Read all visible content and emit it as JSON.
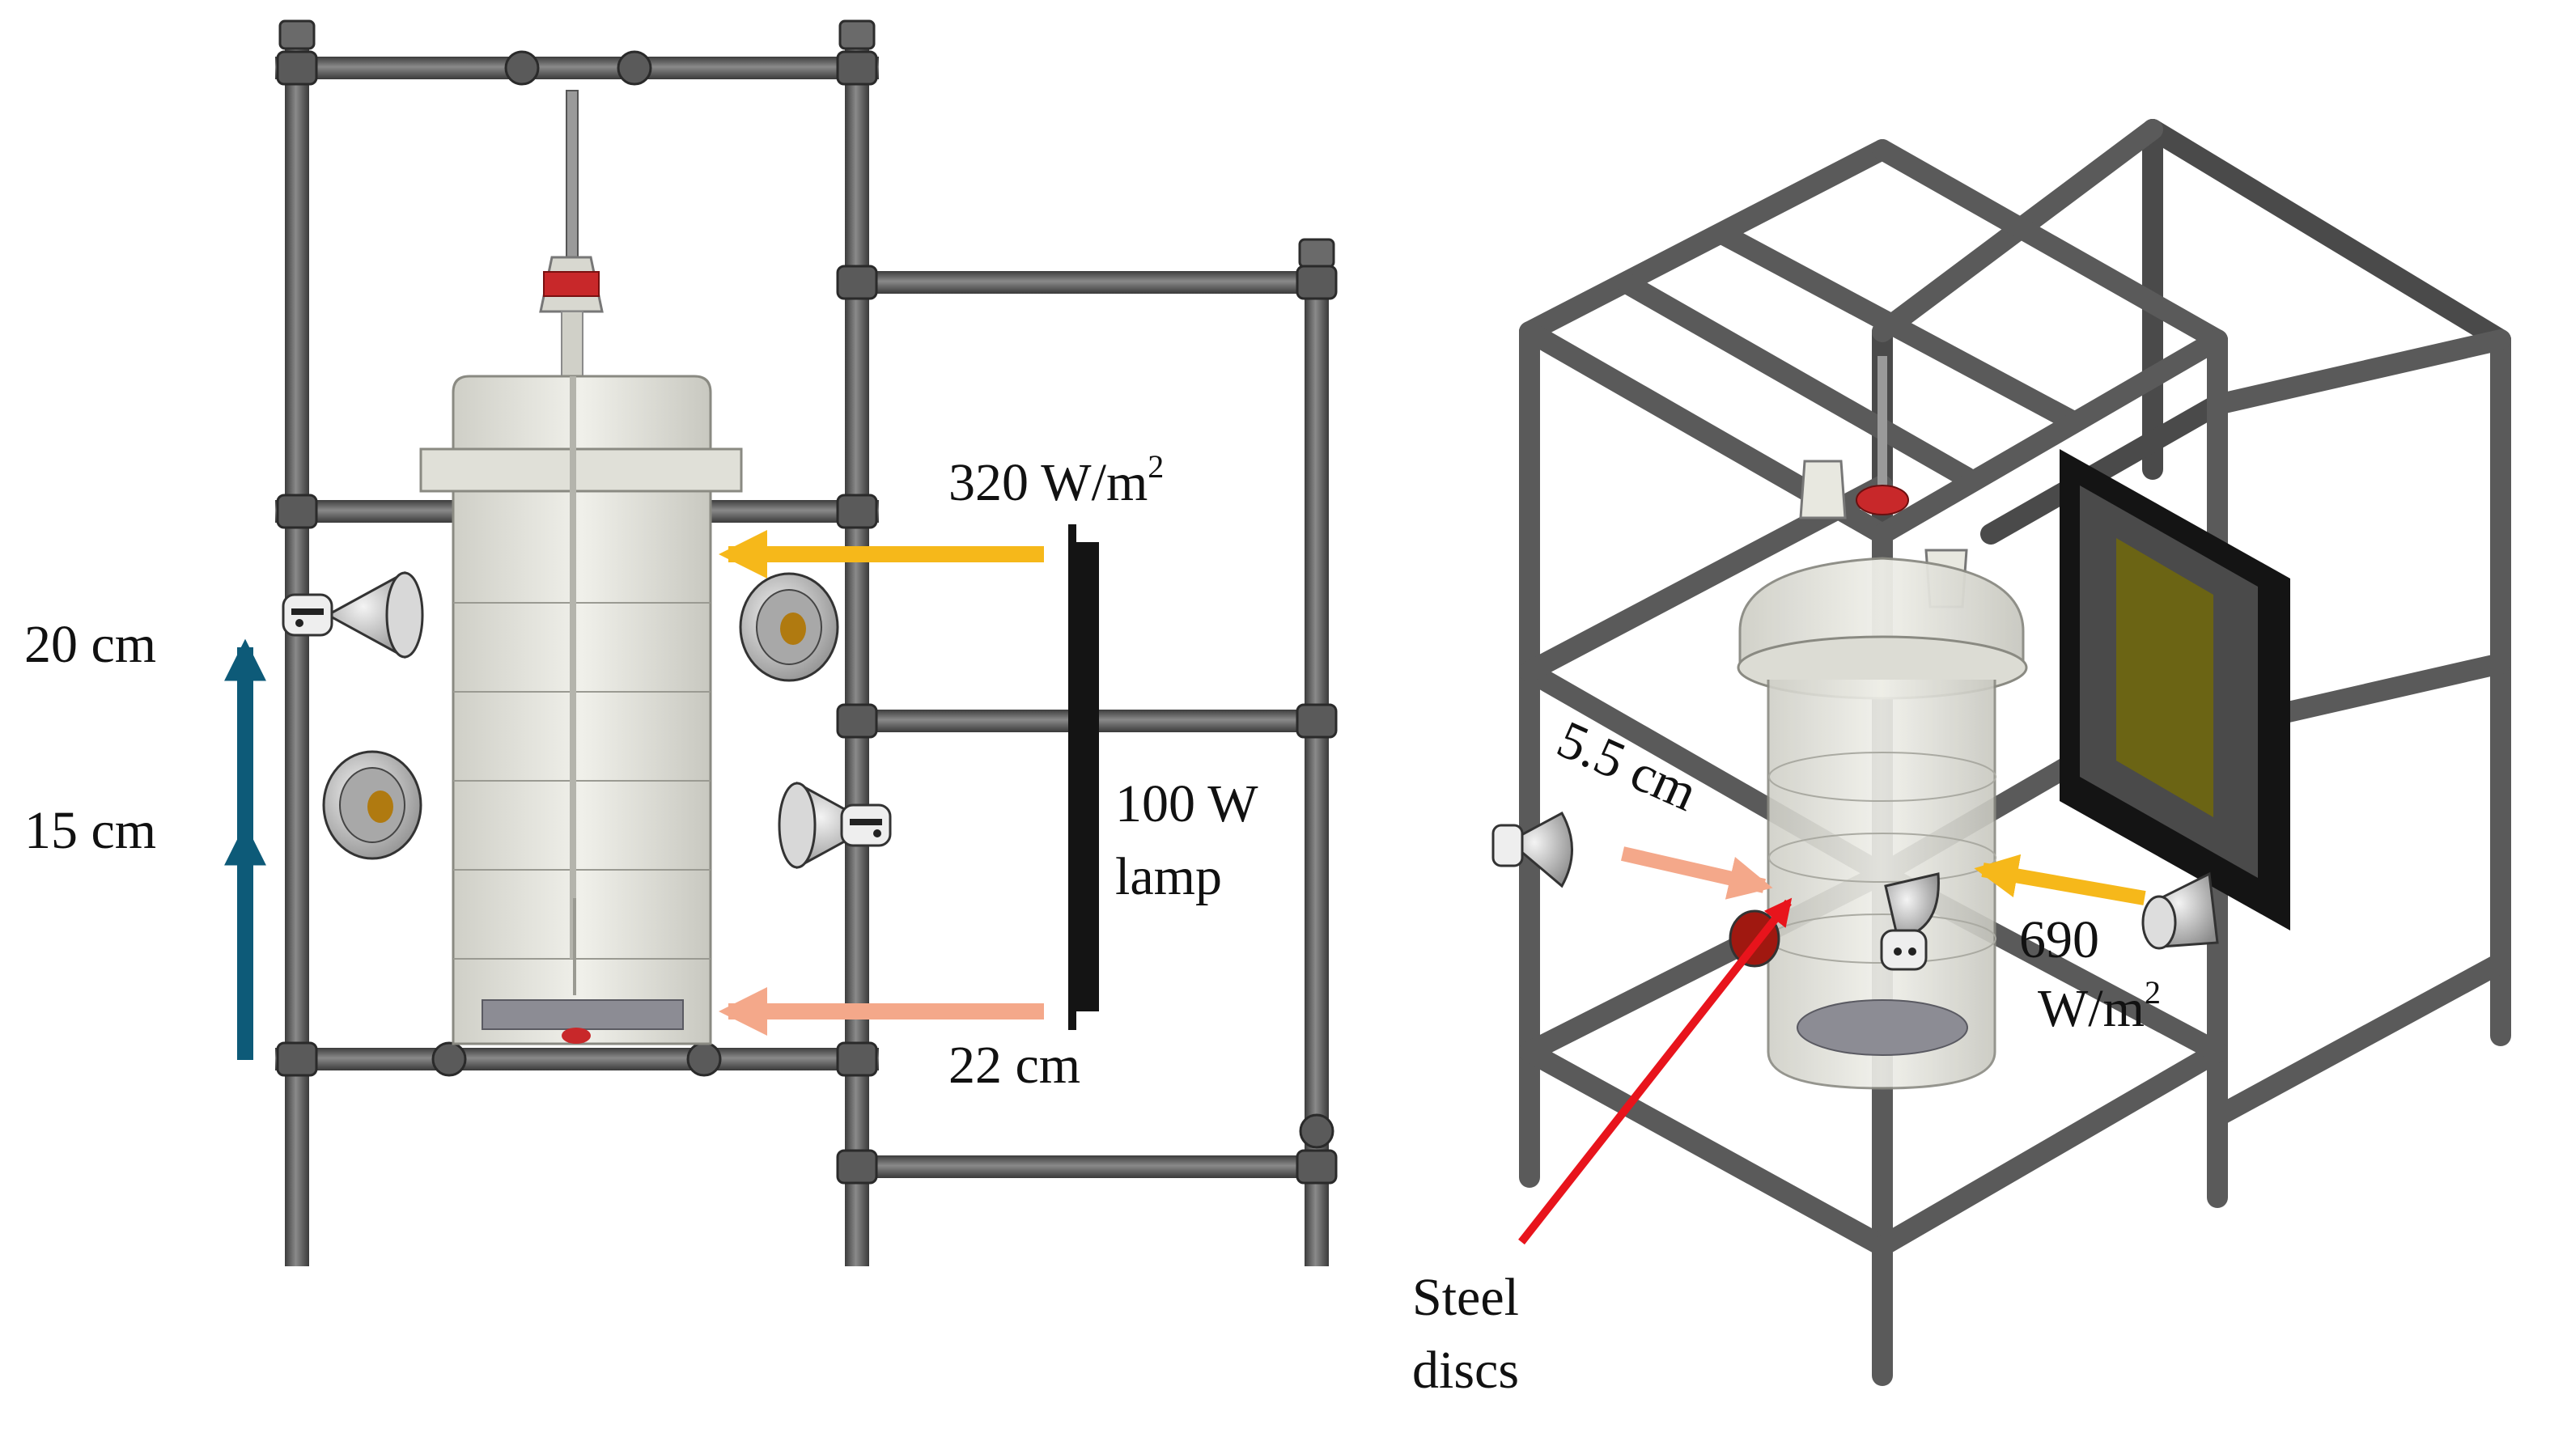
{
  "labels": {
    "height_upper": "20 cm",
    "height_lower": "15 cm",
    "irradiance_front": "320 W/m",
    "irradiance_front_exp": "2",
    "lamp_line1": "100 W",
    "lamp_line2": "lamp",
    "distance_front": "22 cm",
    "distance_side": "5.5 cm",
    "irradiance_side_line1": "690",
    "irradiance_side_line2": "W/m",
    "irradiance_side_exp": "2",
    "discs_line1": "Steel",
    "discs_line2": "discs"
  },
  "colors": {
    "frame": "#5a5a5a",
    "frame_dark": "#3a3a3a",
    "lamp_arrow_high": "#f6b81a",
    "lamp_arrow_low": "#f4a88a",
    "height_arrow": "#0d5a78",
    "steel_disc_arrow": "#e8141c",
    "lamp_panel": "#141414",
    "lamp_face": "#6b6414",
    "reactor_glass": "#e4e4dc",
    "cap_red": "#c8282a"
  },
  "icons": {
    "sensor": "light-sensor-icon",
    "reactor": "glass-reactor-icon",
    "lamp": "lamp-panel-icon"
  }
}
